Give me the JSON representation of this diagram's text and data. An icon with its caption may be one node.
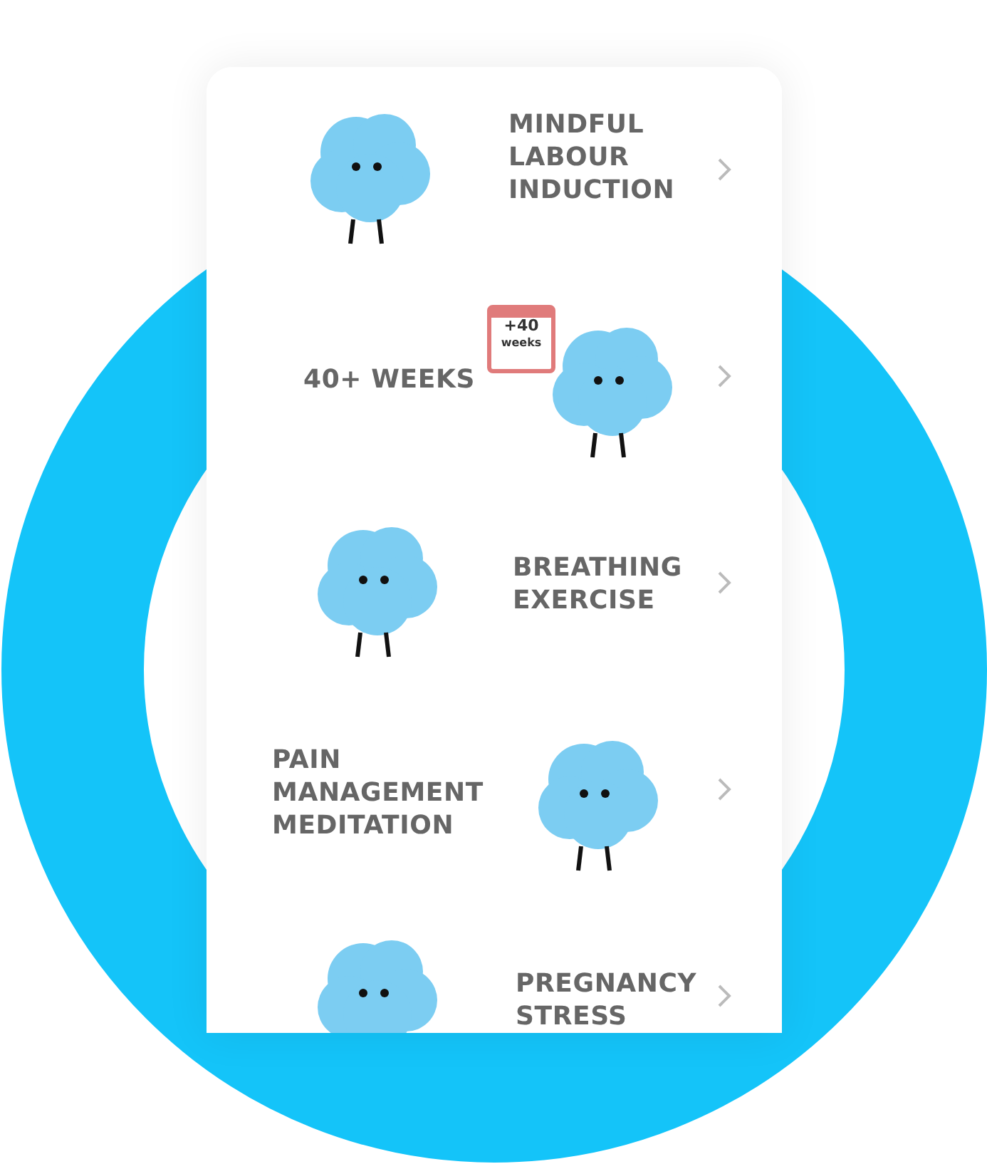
{
  "diagram": {
    "nodes": [
      {
        "text": [
          "MINDFUL LABOUR INDUCTION"
        ]
      },
      {
        "text": [
          "40+ WEEKS"
        ]
      },
      {
        "text": [
          "BREATHING EXERCISE"
        ]
      },
      {
        "text": [
          "PAIN MANAGEMENT MEDITATION"
        ]
      },
      {
        "text": [
          "PREGNANCY STRESS"
        ]
      }
    ],
    "labels": [
      "+40",
      "weeks"
    ]
  }
}
